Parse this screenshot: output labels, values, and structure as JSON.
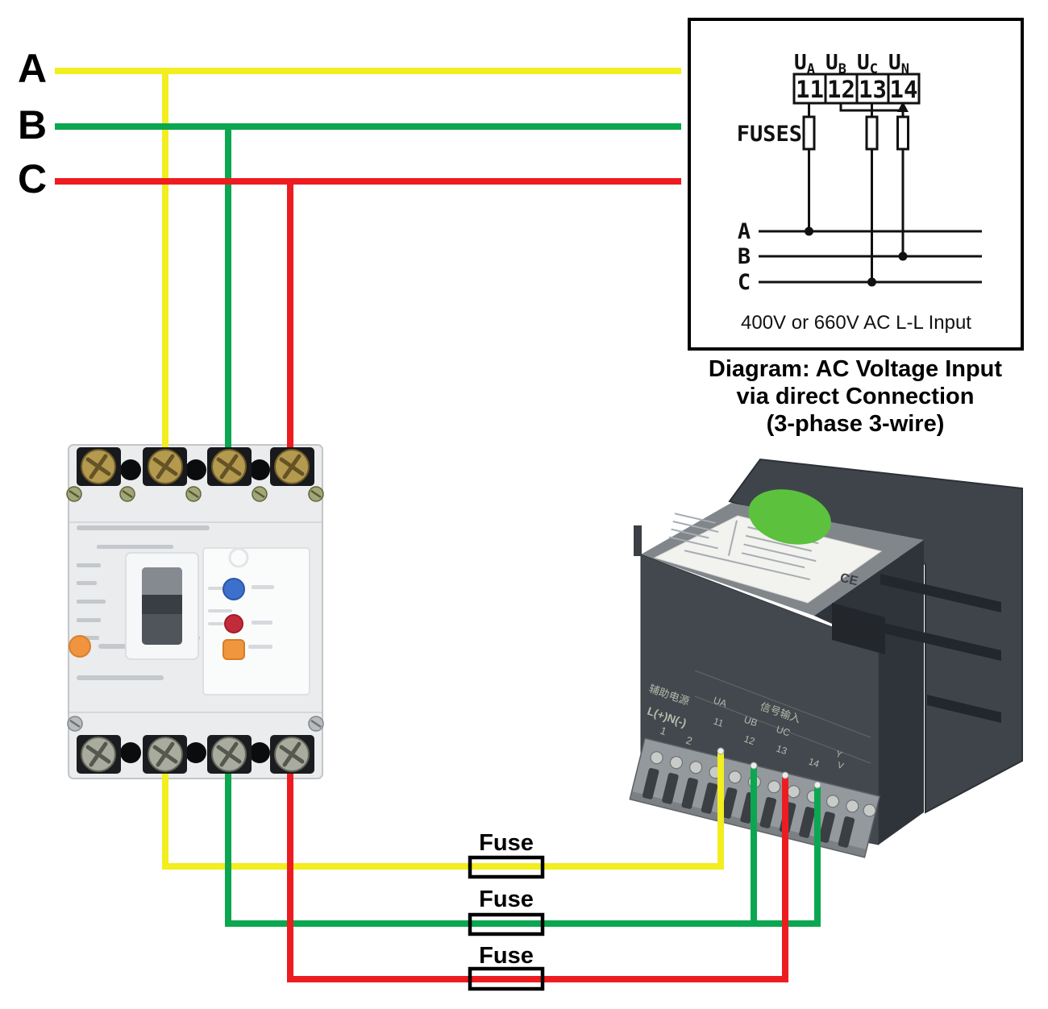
{
  "phases": {
    "a": "A",
    "b": "B",
    "c": "C"
  },
  "colors": {
    "phase_a": "#f2ee1f",
    "phase_b": "#0ba750",
    "phase_c": "#ed1c20"
  },
  "inset": {
    "terminals": [
      {
        "u": "U",
        "sub": "A",
        "num": "11"
      },
      {
        "u": "U",
        "sub": "B",
        "num": "12"
      },
      {
        "u": "U",
        "sub": "C",
        "num": "13"
      },
      {
        "u": "U",
        "sub": "N",
        "num": "14"
      }
    ],
    "fuses_label": "FUSES",
    "bus_labels": [
      "A",
      "B",
      "C"
    ],
    "caption": "400V or 660V AC L-L Input"
  },
  "title": {
    "line1": "Diagram: AC Voltage Input",
    "line2": "via direct Connection",
    "line3": "(3-phase 3-wire)"
  },
  "fuse_labels": [
    "Fuse",
    "Fuse",
    "Fuse"
  ],
  "meter": {
    "aux_label": "辅助电源",
    "aux_terms": "L(+)N(-)",
    "n1": "1",
    "n2": "2",
    "signal_label": "信号输入",
    "col_ua": "UA",
    "col_ub": "UB",
    "col_uc": "UC",
    "t11": "11",
    "t12": "12",
    "t13": "13",
    "t14": "14",
    "y": "Y",
    "v": "V",
    "ce": "CE"
  }
}
